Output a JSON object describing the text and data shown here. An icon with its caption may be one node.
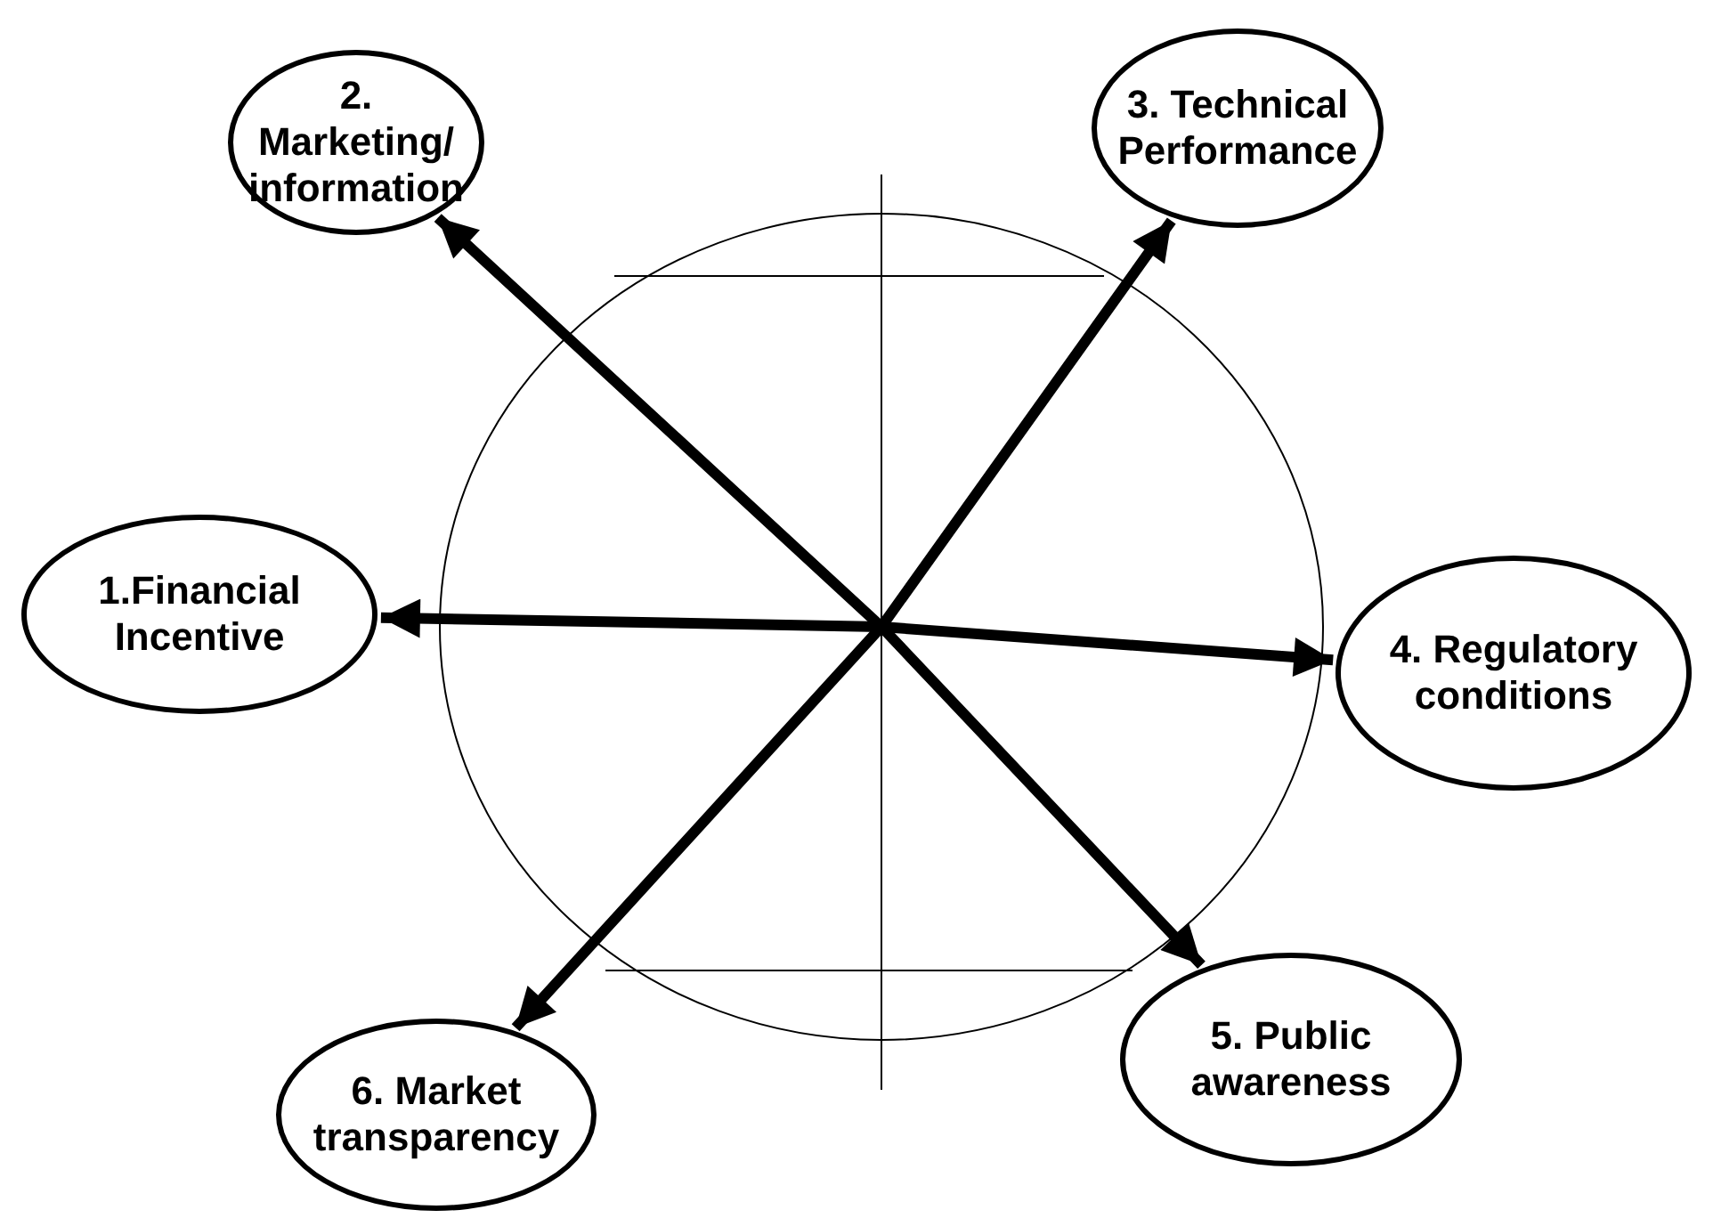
{
  "diagram": {
    "nodes": [
      {
        "text": [
          "2. Marketing/ information"
        ]
      },
      {
        "text": [
          "3. Technical Performance"
        ]
      },
      {
        "text": [
          "1.Financial Incentive"
        ]
      },
      {
        "text": [
          "4. Regulatory conditions"
        ]
      },
      {
        "text": [
          "6. Market transparency"
        ]
      },
      {
        "text": [
          "5. Public awareness"
        ]
      }
    ],
    "edges": [
      {
        "from": 2,
        "to": 3,
        "arrow": "both"
      },
      {
        "from": 0,
        "to": 5,
        "arrow": "both"
      },
      {
        "from": 1,
        "to": 4,
        "arrow": "both"
      }
    ]
  }
}
